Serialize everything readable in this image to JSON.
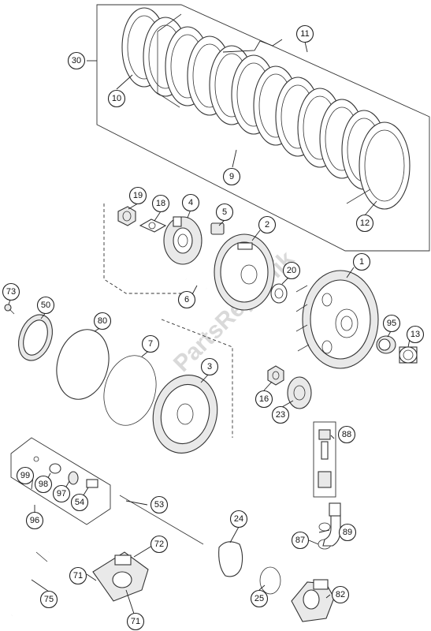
{
  "watermark": "PartsRepublik",
  "callouts": {
    "c1": "1",
    "c2": "2",
    "c3": "3",
    "c4": "4",
    "c5": "5",
    "c6": "6",
    "c7": "7",
    "c9": "9",
    "c10": "10",
    "c11": "11",
    "c12": "12",
    "c13": "13",
    "c16": "16",
    "c18": "18",
    "c19": "19",
    "c20": "20",
    "c23": "23",
    "c24": "24",
    "c25": "25",
    "c30": "30",
    "c50": "50",
    "c53": "53",
    "c54": "54",
    "c71a": "71",
    "c71b": "71",
    "c72": "72",
    "c73": "73",
    "c75": "75",
    "c80": "80",
    "c82": "82",
    "c87": "87",
    "c88": "88",
    "c89": "89",
    "c95": "95",
    "c96": "96",
    "c97": "97",
    "c98": "98",
    "c99": "99"
  }
}
